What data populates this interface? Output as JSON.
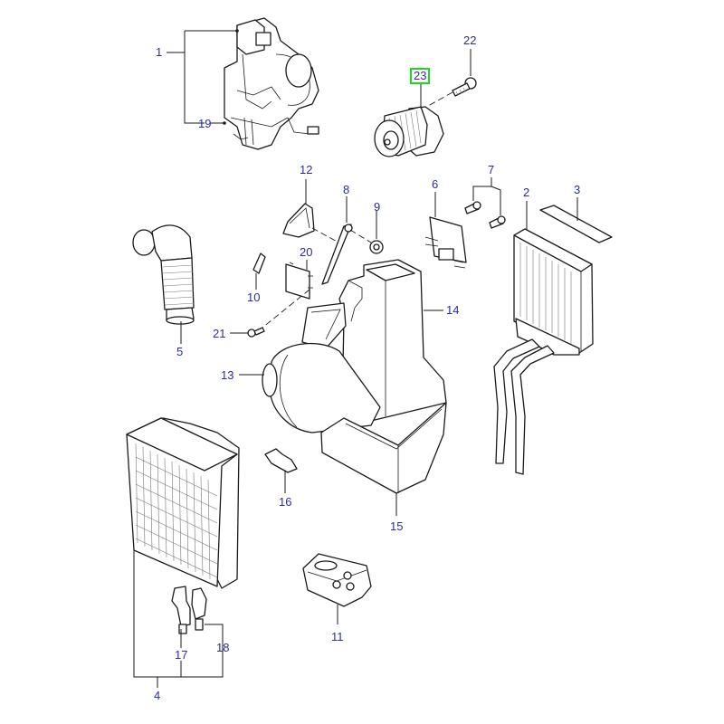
{
  "diagram": {
    "highlight_color": "#1ed81e",
    "label_color": "#2b2ba8",
    "selected_callout": "23",
    "callouts": [
      {
        "id": "1",
        "part": "blower-housing-assembly"
      },
      {
        "id": "2",
        "part": "heater-core"
      },
      {
        "id": "3",
        "part": "heater-core-seal"
      },
      {
        "id": "4",
        "part": "evaporator-core-assembly"
      },
      {
        "id": "5",
        "part": "drain-hose"
      },
      {
        "id": "6",
        "part": "blower-resistor"
      },
      {
        "id": "7",
        "part": "screws"
      },
      {
        "id": "8",
        "part": "door-link"
      },
      {
        "id": "9",
        "part": "grommet"
      },
      {
        "id": "10",
        "part": "clip"
      },
      {
        "id": "11",
        "part": "housing-cover"
      },
      {
        "id": "12",
        "part": "door-cam"
      },
      {
        "id": "13",
        "part": "blower-motor-housing"
      },
      {
        "id": "14",
        "part": "plenum-upper"
      },
      {
        "id": "15",
        "part": "plenum-lower"
      },
      {
        "id": "16",
        "part": "retaining-clip"
      },
      {
        "id": "17",
        "part": "expansion-valve-sensor"
      },
      {
        "id": "18",
        "part": "pressure-switch"
      },
      {
        "id": "19",
        "part": "wiring-harness"
      },
      {
        "id": "20",
        "part": "actuator"
      },
      {
        "id": "21",
        "part": "screw"
      },
      {
        "id": "22",
        "part": "screw"
      },
      {
        "id": "23",
        "part": "blower-motor"
      }
    ]
  }
}
